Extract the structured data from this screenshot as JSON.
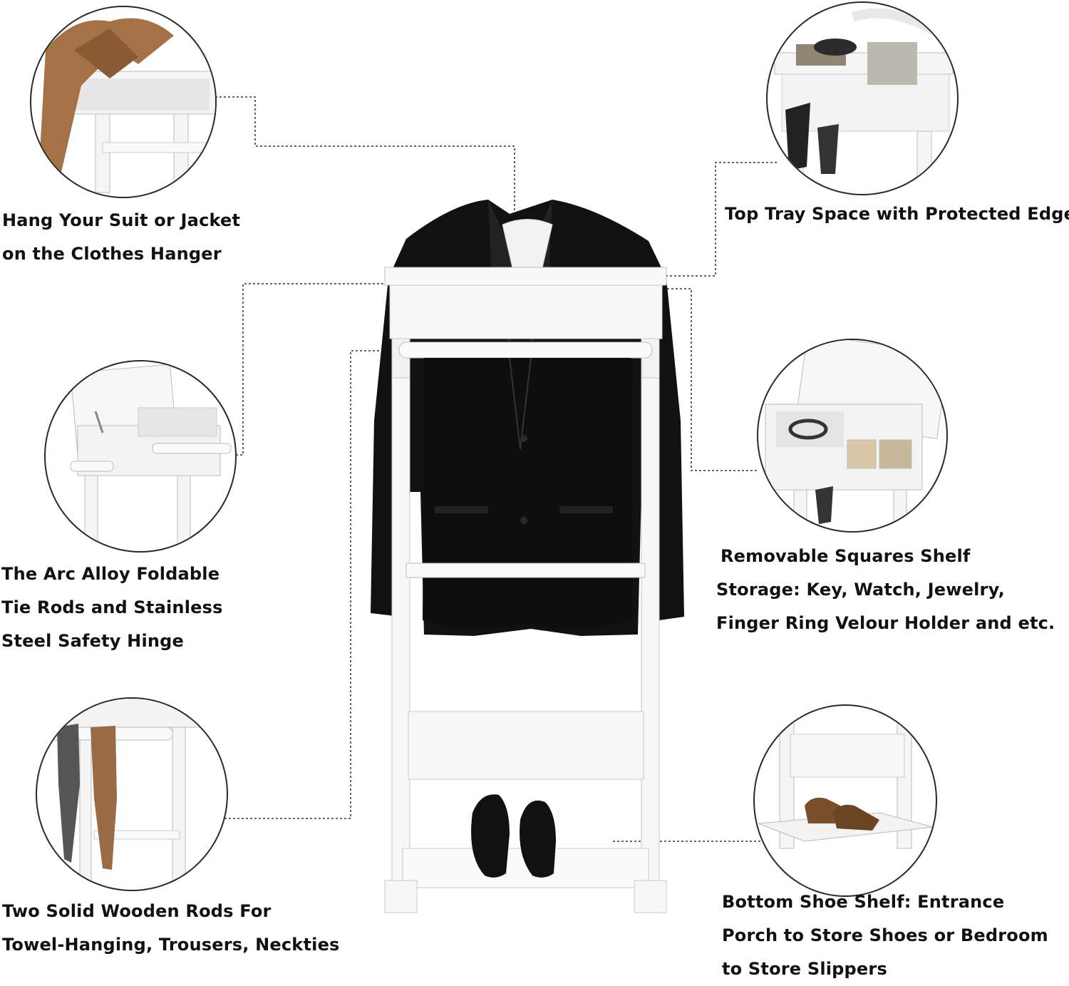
{
  "callouts": {
    "hanger": [
      "Hang Your Suit or Jacket",
      "on the Clothes Hanger"
    ],
    "tray": [
      "Top Tray Space with Protected Edge"
    ],
    "tie_rods": [
      "The Arc Alloy Foldable",
      "Tie Rods and Stainless",
      "Steel Safety Hinge"
    ],
    "squares_shelf": [
      "Removable Squares Shelf",
      "Storage: Key,  Watch, Jewelry,",
      "Finger Ring Velour Holder and etc."
    ],
    "wooden_rods": [
      "Two Solid Wooden Rods For",
      "Towel-Hanging, Trousers, Neckties"
    ],
    "shoe_shelf": [
      "Bottom Shoe Shelf: Entrance",
      "Porch to Store Shoes or Bedroom",
      "to Store Slippers"
    ]
  },
  "colors": {
    "jacket": "#111111",
    "wood_white": "#f7f7f7",
    "outline": "#bdbdbd",
    "brown_leather": "#8a5a35",
    "tie_gray": "#555555",
    "tie_brown": "#9a6a45"
  },
  "icons": {
    "product": "valet-stand-illustration",
    "connector": "dotted-leader-line"
  }
}
